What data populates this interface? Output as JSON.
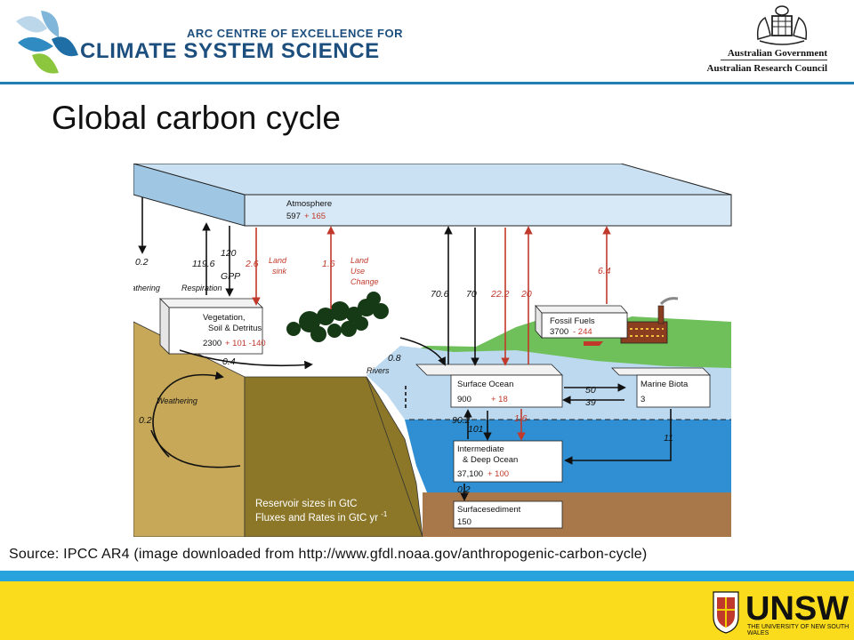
{
  "header": {
    "arc_line1": "ARC CENTRE OF EXCELLENCE FOR",
    "arc_line2": "CLIMATE SYSTEM SCIENCE",
    "gov_line1": "Australian Government",
    "gov_line2": "Australian Research Council"
  },
  "slide": {
    "title": "Global carbon cycle",
    "source": "Source: IPCC AR4 (image downloaded from http://www.gfdl.noaa.gov/anthropogenic-carbon-cycle)"
  },
  "footer": {
    "unsw_word": "UNSW",
    "unsw_sub": "THE UNIVERSITY OF NEW SOUTH WALES"
  },
  "diagram": {
    "atmosphere": {
      "name": "Atmosphere",
      "base": "597",
      "change": "+ 165"
    },
    "vegetation": {
      "name1": "Vegetation,",
      "name2": "Soil & Detritus",
      "base": "2300",
      "change": "+ 101 -140"
    },
    "fossil": {
      "name": "Fossil Fuels",
      "base": "3700",
      "change": "- 244"
    },
    "surface_ocean": {
      "name": "Surface Ocean",
      "base": "900",
      "change": "+ 18"
    },
    "marine_biota": {
      "name": "Marine Biota",
      "base": "3"
    },
    "deep_ocean": {
      "name1": "Intermediate",
      "name2": "& Deep Ocean",
      "base": "37,100",
      "change": "+ 100"
    },
    "sediment": {
      "name": "Surfacesediment",
      "base": "150"
    },
    "fluxes": {
      "weathering_atm": "0.2",
      "weathering_label": "Weathering",
      "respiration": "119.6",
      "respiration_label": "Respiration",
      "gpp": "120",
      "gpp_label": "GPP",
      "land_sink": "2.6",
      "land_sink_label1": "Land",
      "land_sink_label2": "sink",
      "land_use": "1.6",
      "land_use_label1": "Land",
      "land_use_label2": "Use",
      "land_use_label3": "Change",
      "ocean_up": "70.6",
      "ocean_down": "70",
      "ocean_anthro_down": "22.2",
      "ocean_anthro_up": "20",
      "fossil_emission": "6.4",
      "veg_to_river": "0.4",
      "rivers": "0.8",
      "rivers_label": "Rivers",
      "surface_to_biota": "50",
      "biota_to_surface": "39",
      "deep_up": "90.2",
      "deep_down": "101",
      "deep_anthro": "1.6",
      "biota_to_deep": "11",
      "sedimentation": "0.2",
      "rock_weathering": "0.2",
      "rock_weathering_label": "Weathering"
    },
    "legend1": "Reservoir sizes in GtC",
    "legend2": "Fluxes and Rates in GtC yr",
    "legend2_sup": "-1"
  }
}
